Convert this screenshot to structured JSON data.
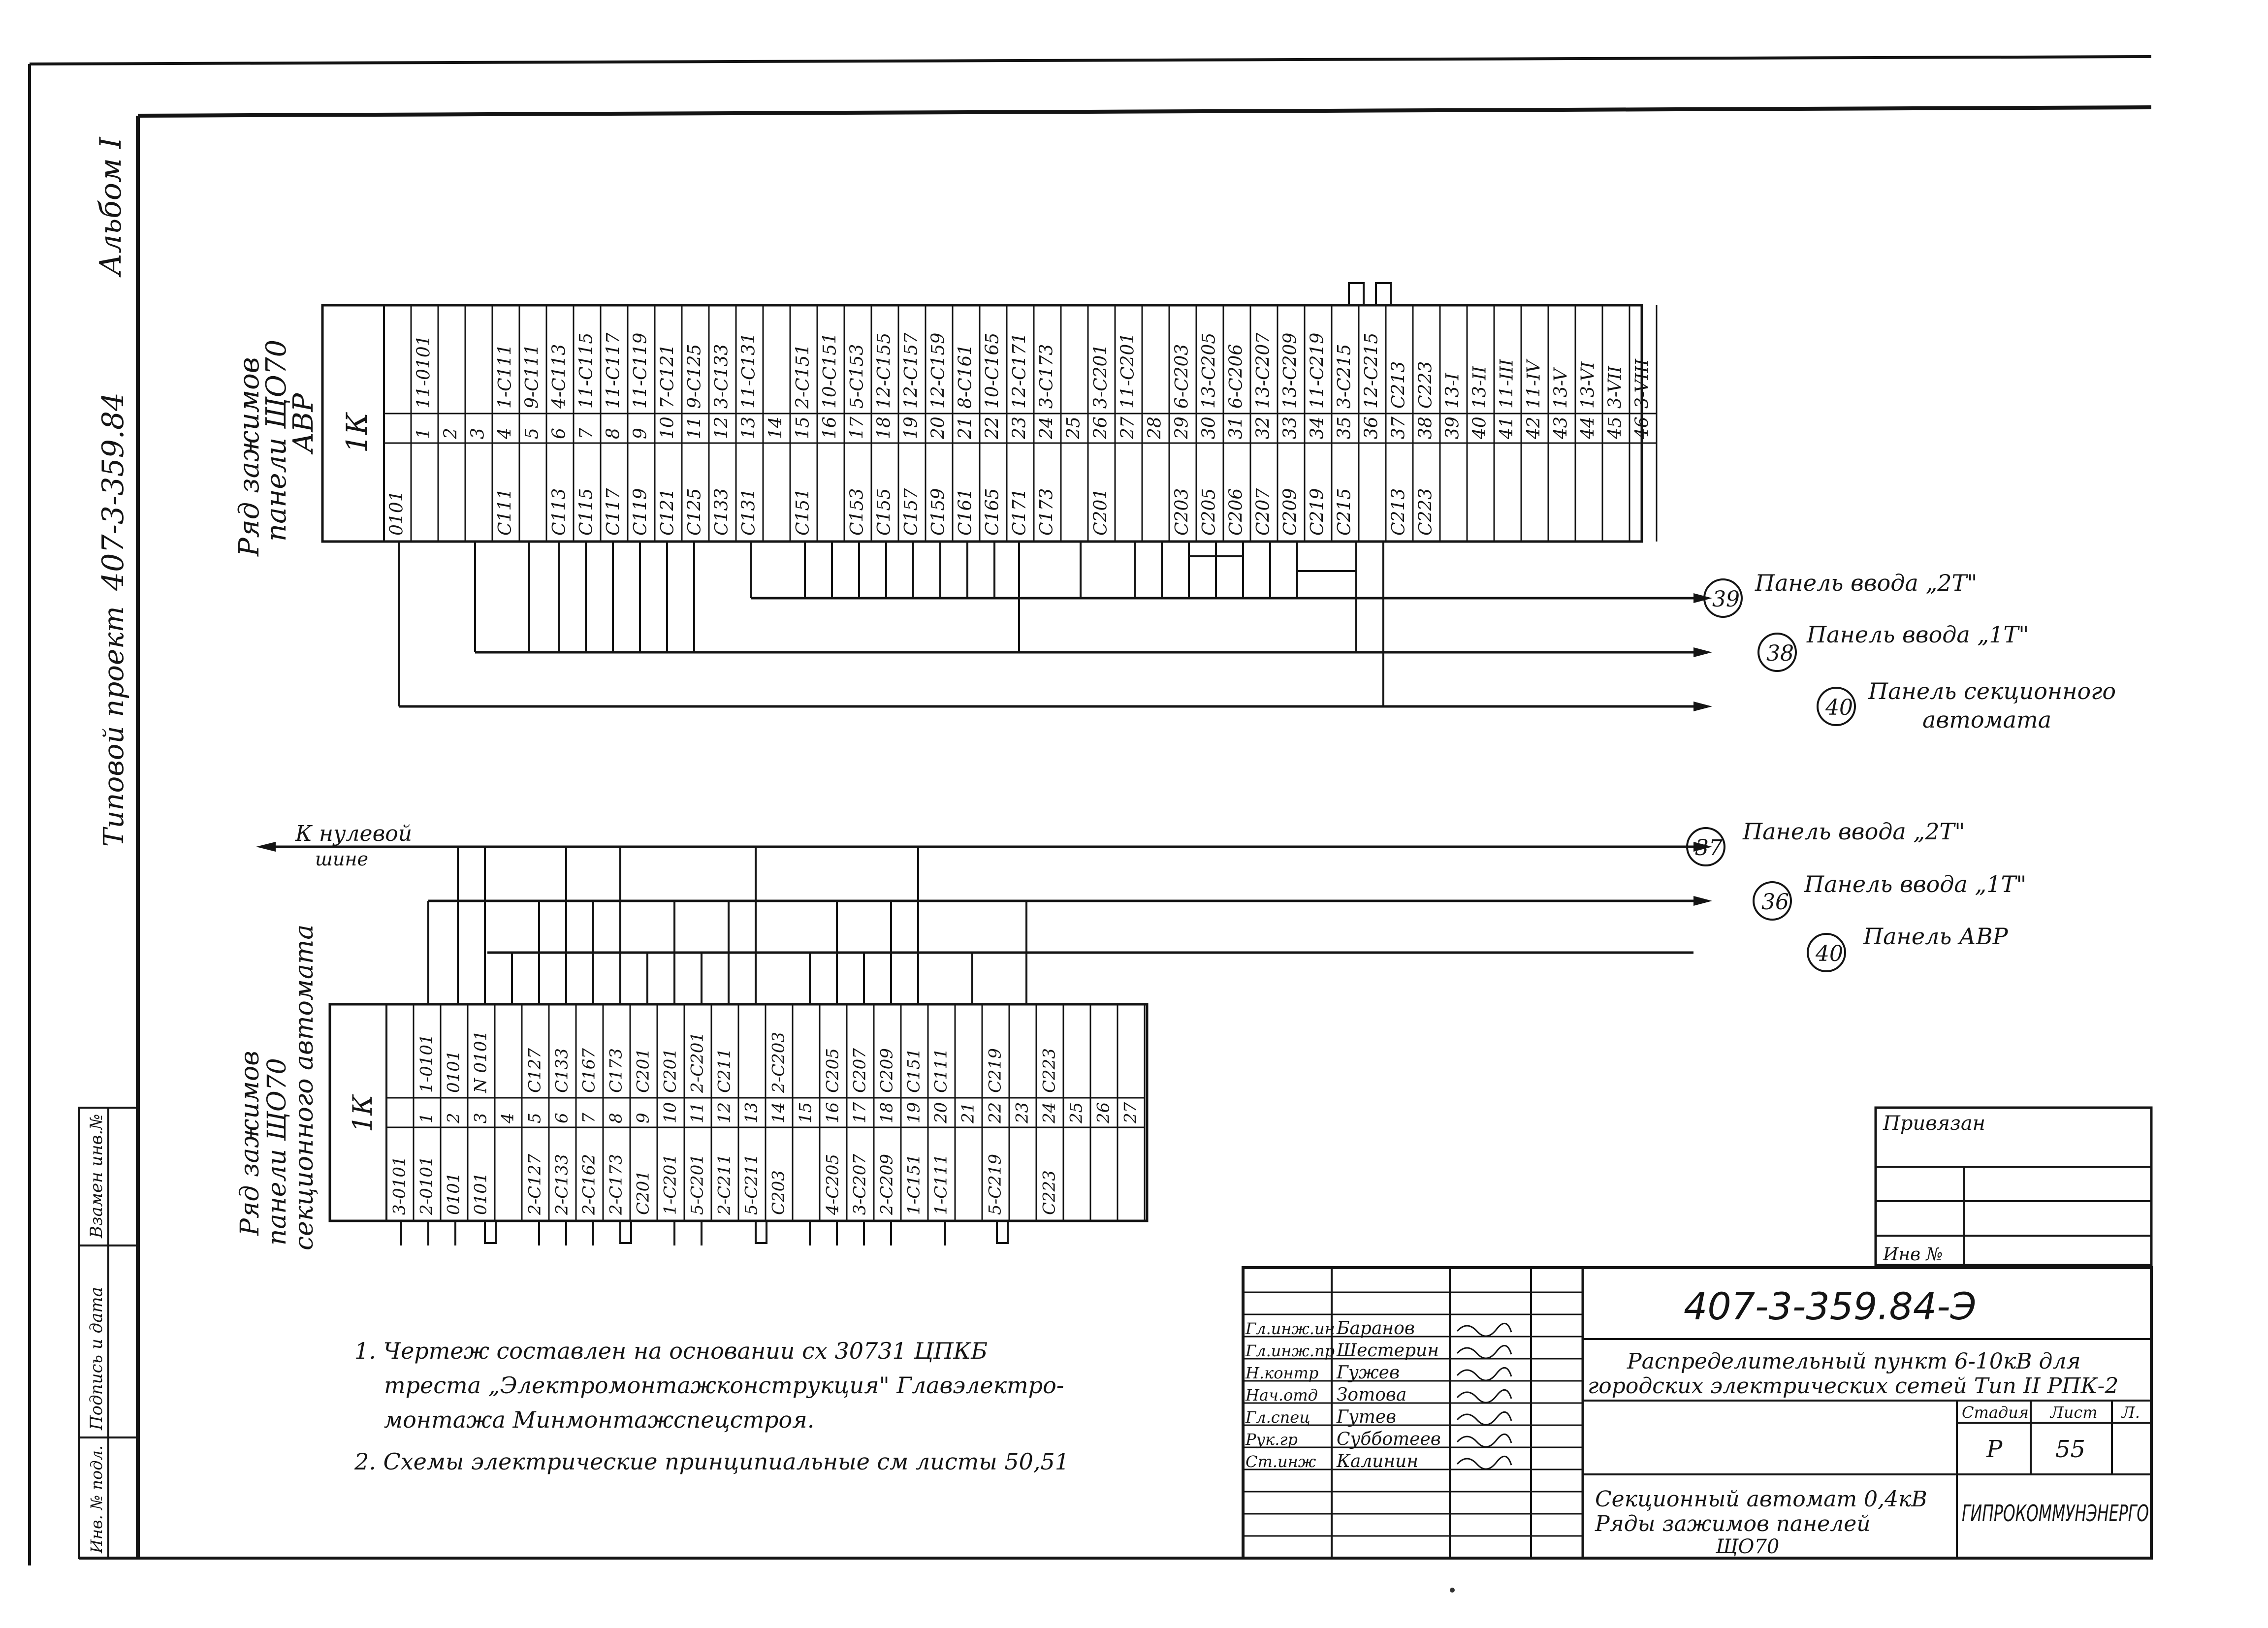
{
  "side_labels": {
    "album": "Альбом I",
    "project_code": "407-3-359.84",
    "project_type": "Типовой проект"
  },
  "left_stamp": {
    "cells": [
      "Взамен инв.№",
      "Подпись и дата",
      "Инв. № подл."
    ]
  },
  "upper_block": {
    "caption_lines": [
      "Ряд зажимов",
      "панели ЩО70",
      "АВР"
    ],
    "block_label": "1К",
    "top": [
      "",
      "11-0101",
      "",
      "",
      "1-С111",
      "9-С111",
      "4-С113",
      "11-С115",
      "11-С117",
      "11-С119",
      "7-С121",
      "9-С125",
      "3-С133",
      "11-С131",
      "",
      "2-С151",
      "10-С151",
      "5-С153",
      "12-С155",
      "12-С157",
      "12-С159",
      "8-С161",
      "10-С165",
      "12-С171",
      "3-С173",
      "",
      "3-С201",
      "11-С201",
      "",
      "6-С203",
      "13-С205",
      "6-С206",
      "13-С207",
      "13-С209",
      "11-С219",
      "3-С215",
      "12-С215",
      "С213",
      "С223",
      "13-I",
      "13-II",
      "11-III",
      "11-IV",
      "13-V",
      "13-VI",
      "3-VII",
      "3-VIII"
    ],
    "numbers": [
      "",
      "1",
      "2",
      "3",
      "4",
      "5",
      "6",
      "7",
      "8",
      "9",
      "10",
      "11",
      "12",
      "13",
      "14",
      "15",
      "16",
      "17",
      "18",
      "19",
      "20",
      "21",
      "22",
      "23",
      "24",
      "25",
      "26",
      "27",
      "28",
      "29",
      "30",
      "31",
      "32",
      "33",
      "34",
      "35",
      "36",
      "37",
      "38",
      "39",
      "40",
      "41",
      "42",
      "43",
      "44",
      "45",
      "46"
    ],
    "bottom": [
      "0101",
      "",
      "",
      "",
      "С111",
      "",
      "С113",
      "С115",
      "С117",
      "С119",
      "С121",
      "С125",
      "С133",
      "С131",
      "",
      "С151",
      "",
      "С153",
      "С155",
      "С157",
      "С159",
      "С161",
      "С165",
      "С171",
      "С173",
      "",
      "С201",
      "",
      "",
      "С203",
      "С205",
      "С206",
      "С207",
      "С209",
      "С219",
      "С215",
      "",
      "С213",
      "С223",
      "",
      "",
      "",
      "",
      "",
      "",
      "",
      ""
    ]
  },
  "lower_block": {
    "caption_lines": [
      "Ряд зажимов",
      "панели ЩО70",
      "секционного автомата"
    ],
    "block_label": "1К",
    "top": [
      "",
      "1-0101",
      "0101",
      "N 0101",
      "",
      "С127",
      "С133",
      "С167",
      "С173",
      "С201",
      "С201",
      "2-С201",
      "С211",
      "",
      "2-С203",
      "",
      "С205",
      "С207",
      "С209",
      "С151",
      "С111",
      "",
      "С219",
      "",
      "С223",
      "",
      "",
      ""
    ],
    "numbers": [
      "",
      "1",
      "2",
      "3",
      "4",
      "5",
      "6",
      "7",
      "8",
      "9",
      "10",
      "11",
      "12",
      "13",
      "14",
      "15",
      "16",
      "17",
      "18",
      "19",
      "20",
      "21",
      "22",
      "23",
      "24",
      "25",
      "26",
      "27"
    ],
    "bottom": [
      "3-0101",
      "2-0101",
      "0101",
      "0101",
      "",
      "2-С127",
      "2-С133",
      "2-С162",
      "2-С173",
      "С201",
      "1-С201",
      "5-С201",
      "2-С211",
      "5-С211",
      "С203",
      "",
      "4-С205",
      "3-С207",
      "2-С209",
      "1-С151",
      "1-С111",
      "",
      "5-С219",
      "",
      "С223",
      "",
      "",
      ""
    ]
  },
  "upper_leads": [
    {
      "marker": "39",
      "label": "Панель ввода „2Т\""
    },
    {
      "marker": "38",
      "label": "Панель ввода „1Т\""
    },
    {
      "marker": "40",
      "label": "Панель секционного",
      "label2": "автомата"
    }
  ],
  "lower_leads": [
    {
      "marker": "37",
      "label": "Панель ввода „2Т\""
    },
    {
      "marker": "36",
      "label": "Панель ввода „1Т\""
    },
    {
      "marker": "40",
      "label": "Панель АВР"
    }
  ],
  "zero_bus": {
    "line1": "К нулевой",
    "line2": "шине"
  },
  "notes": [
    "1. Чертеж составлен на основании сх 30731 ЦПКБ",
    "треста „Электромонтажконструкция\" Главэлектро-",
    "монтажа Минмонтажспецстроя.",
    "2. Схемы электрические принципиальные см листы 50,51"
  ],
  "title_block": {
    "privyazan": "Привязан",
    "inv_no": "Инв №",
    "doc_code": "407-3-359.84-Э",
    "title_lines": [
      "Распределительный пункт 6-10кВ для",
      "городских электрических сетей Тип II РПК-2"
    ],
    "sheet_title_lines": [
      "Секционный автомат 0,4кВ",
      "Ряды зажимов панелей",
      "ЩО70"
    ],
    "stage_label": "Стадия",
    "sheet_label": "Лист",
    "sheets_label": "Л.",
    "stage": "Р",
    "sheet": "55",
    "org": "ГИПРОКОММУНЭНЕРГО",
    "signers": [
      {
        "role": "Гл.инж.ин",
        "name": "Баранов"
      },
      {
        "role": "Гл.инж.пр",
        "name": "Шестерин"
      },
      {
        "role": "Н.контр",
        "name": "Гужев"
      },
      {
        "role": "Нач.отд",
        "name": "Зотова"
      },
      {
        "role": "Гл.спец",
        "name": "Гутев"
      },
      {
        "role": "Рук.гр",
        "name": "Субботеев"
      },
      {
        "role": "Ст.инж",
        "name": "Калинин"
      }
    ]
  }
}
